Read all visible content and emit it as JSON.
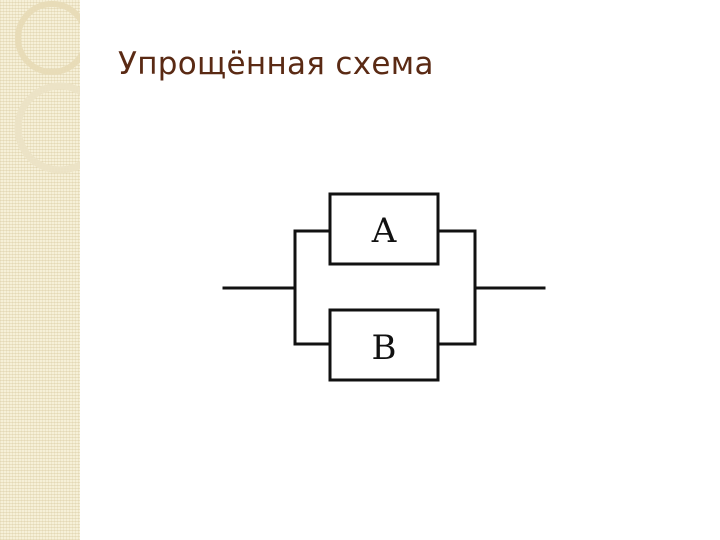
{
  "slide": {
    "title": "Упрощённая схема"
  },
  "diagram": {
    "boxes": [
      {
        "id": "A",
        "label": "A"
      },
      {
        "id": "B",
        "label": "B"
      }
    ]
  },
  "colors": {
    "title": "#5a2a14",
    "sidebar": "#f6f0d8",
    "lines": "#111111"
  }
}
